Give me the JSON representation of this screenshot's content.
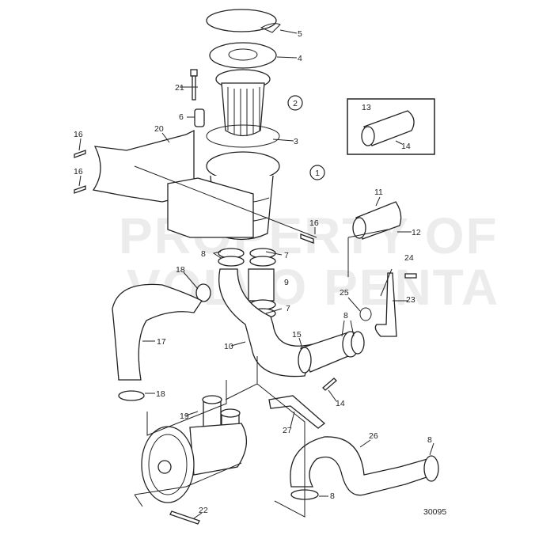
{
  "watermark": {
    "line1": "PROPERTY OF",
    "line2": "VOLVO PENTA"
  },
  "drawing_number": "30095",
  "group_markers": [
    "1",
    "2"
  ],
  "callouts": {
    "c5": "5",
    "c4": "4",
    "c21": "21",
    "c6": "6",
    "c3": "3",
    "c16a": "16",
    "c16b": "16",
    "c16c": "16",
    "c20": "20",
    "c13": "13",
    "c14a": "14",
    "c11": "11",
    "c12": "12",
    "c8a": "8",
    "c7a": "7",
    "c24": "24",
    "c18a": "18",
    "c9": "9",
    "c25": "25",
    "c23": "23",
    "c7b": "7",
    "c8b": "8",
    "c17": "17",
    "c15": "15",
    "c10": "10",
    "c18b": "18",
    "c14b": "14",
    "c19": "19",
    "c27": "27",
    "c26": "26",
    "c8c": "8",
    "c8d": "8",
    "c22": "22"
  }
}
